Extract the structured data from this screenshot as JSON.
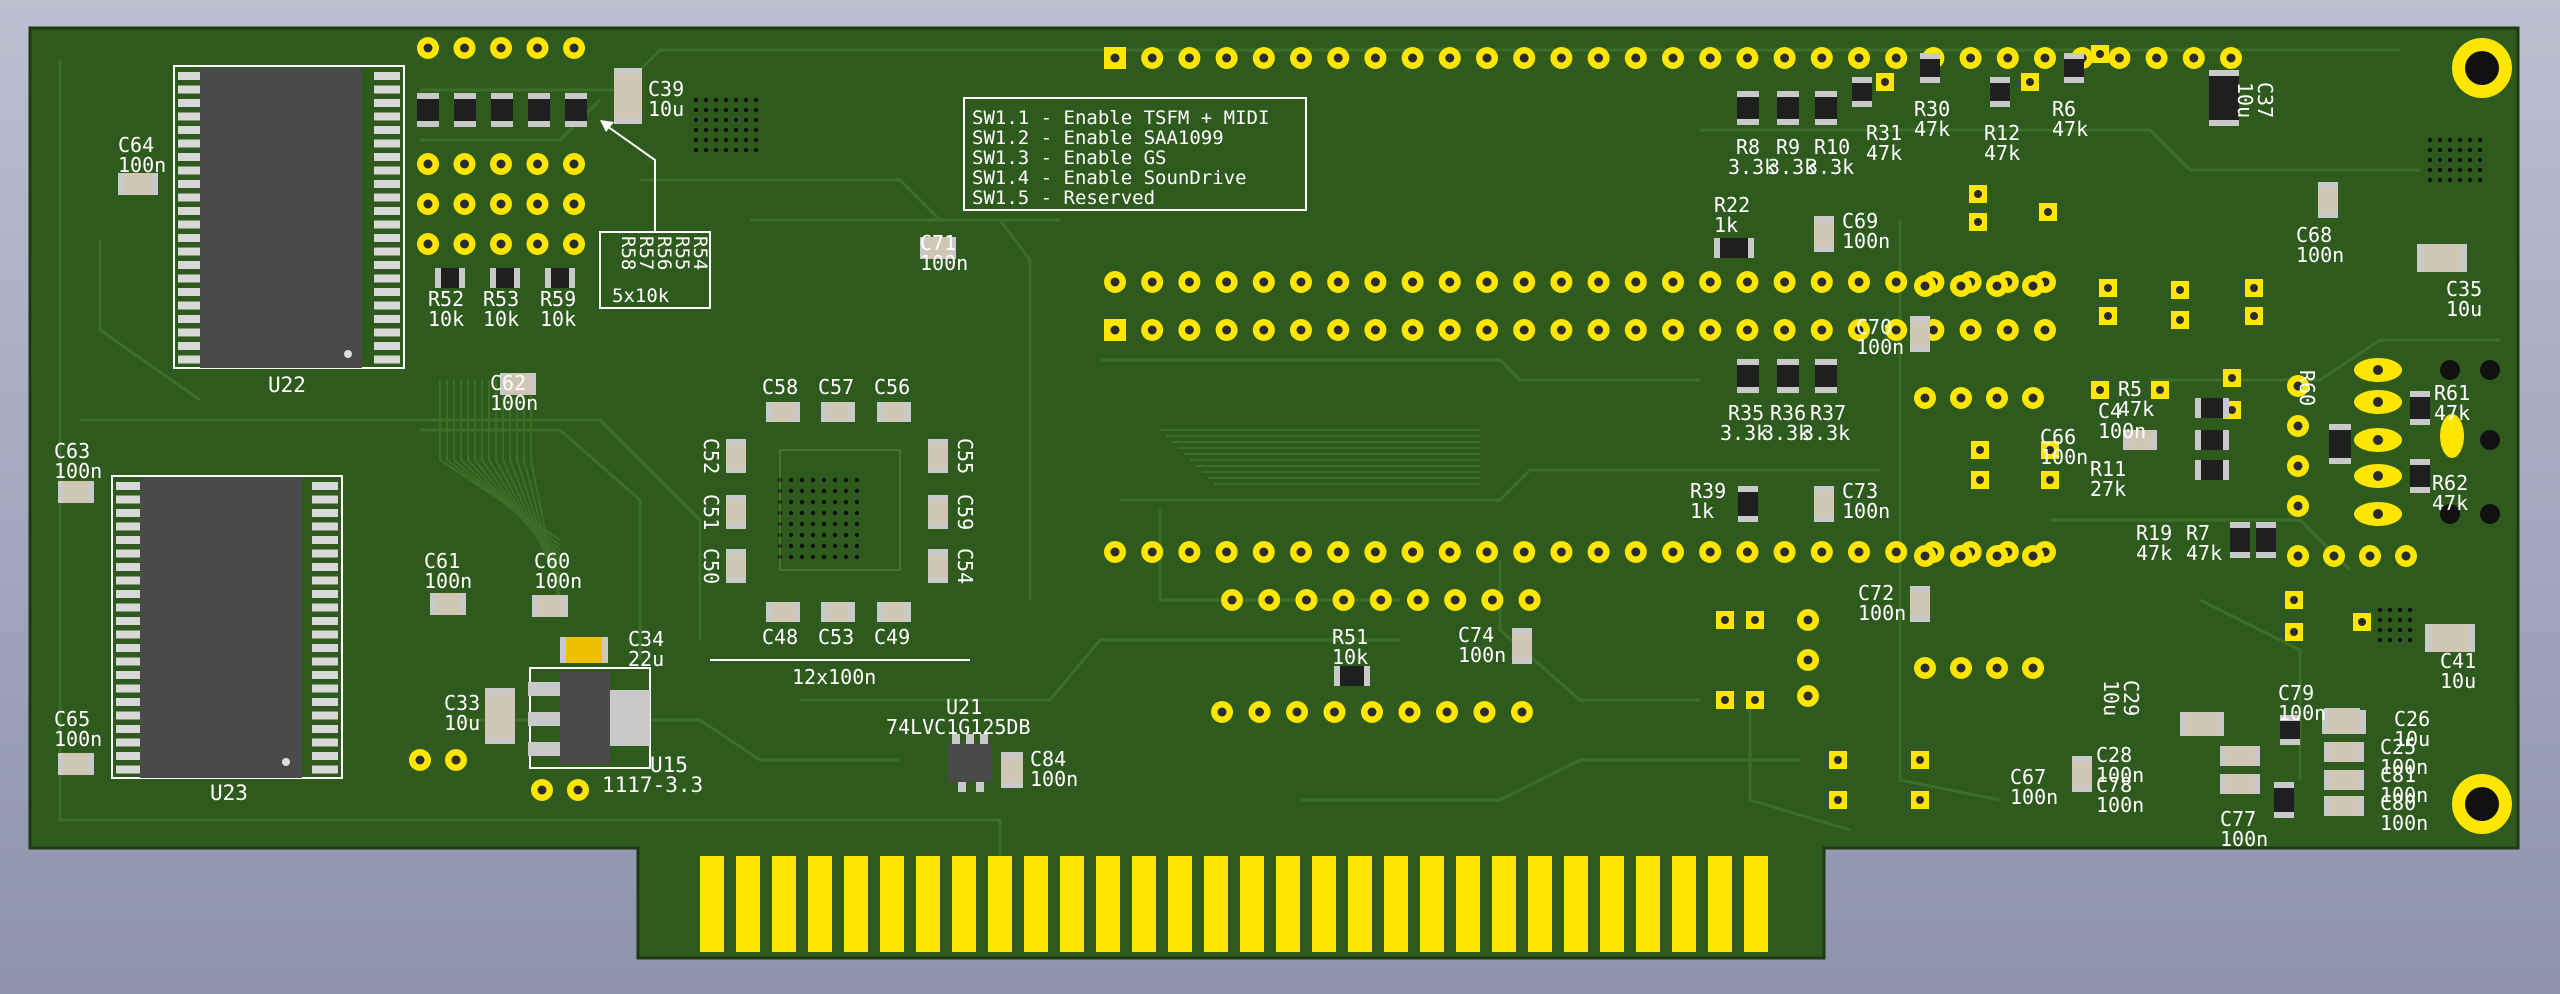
{
  "colors": {
    "background": "#a9abc1",
    "board": "#2f5a1e",
    "board_edge": "#1d3a12",
    "copper_trace": "#3d6e28",
    "silkscreen": "#ffffff",
    "pad_gold": "#ffe600",
    "ic_body": "#4a4a4a",
    "smd_body": "#cfc6b4",
    "smd_end": "#c9c9c9"
  },
  "switch_note": [
    "SW1.1 - Enable TSFM + MIDI",
    "SW1.2 - Enable SAA1099",
    "SW1.3 - Enable GS",
    "SW1.4 - Enable SounDrive",
    "SW1.5 - Reserved"
  ],
  "chips": {
    "u22": "U22",
    "u23": "U23",
    "u15": "U15",
    "u15_value": "1117-3.3",
    "u21": "U21",
    "u21_value": "74LVC1G125DB"
  },
  "group_labels": {
    "cap_array": "12x100n",
    "res_array": "5x10k",
    "res_array_refs": [
      "R54",
      "R55",
      "R56",
      "R57",
      "R58"
    ]
  },
  "components": [
    {
      "ref": "C39",
      "value": "10u"
    },
    {
      "ref": "C64",
      "value": "100n"
    },
    {
      "ref": "R52",
      "value": "10k"
    },
    {
      "ref": "R53",
      "value": "10k"
    },
    {
      "ref": "R59",
      "value": "10k"
    },
    {
      "ref": "C71",
      "value": "100n"
    },
    {
      "ref": "C62",
      "value": "100n"
    },
    {
      "ref": "C63",
      "value": "100n"
    },
    {
      "ref": "C61",
      "value": "100n"
    },
    {
      "ref": "C60",
      "value": "100n"
    },
    {
      "ref": "C34",
      "value": "22u"
    },
    {
      "ref": "C33",
      "value": "10u"
    },
    {
      "ref": "C65",
      "value": "100n"
    },
    {
      "ref": "C84",
      "value": "100n"
    },
    {
      "ref": "R8",
      "value": "3.3k"
    },
    {
      "ref": "R9",
      "value": "3.3k"
    },
    {
      "ref": "R10",
      "value": "3.3k"
    },
    {
      "ref": "R30",
      "value": "47k"
    },
    {
      "ref": "R31",
      "value": "47k"
    },
    {
      "ref": "R12",
      "value": "47k"
    },
    {
      "ref": "R6",
      "value": "47k"
    },
    {
      "ref": "C37",
      "value": "10u"
    },
    {
      "ref": "R22",
      "value": "1k"
    },
    {
      "ref": "C69",
      "value": "100n"
    },
    {
      "ref": "C68",
      "value": "100n"
    },
    {
      "ref": "C35",
      "value": "10u"
    },
    {
      "ref": "C70",
      "value": "100n"
    },
    {
      "ref": "R35",
      "value": "3.3k"
    },
    {
      "ref": "R36",
      "value": "3.3k"
    },
    {
      "ref": "R37",
      "value": "3.3k"
    },
    {
      "ref": "R5",
      "value": "47k"
    },
    {
      "ref": "C4",
      "value": "100n"
    },
    {
      "ref": "C66",
      "value": "100n"
    },
    {
      "ref": "R11",
      "value": "27k"
    },
    {
      "ref": "R60",
      "value": ""
    },
    {
      "ref": "R61",
      "value": "47k"
    },
    {
      "ref": "R62",
      "value": "47k"
    },
    {
      "ref": "R39",
      "value": "1k"
    },
    {
      "ref": "C73",
      "value": "100n"
    },
    {
      "ref": "R19",
      "value": "47k"
    },
    {
      "ref": "R7",
      "value": "47k"
    },
    {
      "ref": "C72",
      "value": "100n"
    },
    {
      "ref": "R51",
      "value": "10k"
    },
    {
      "ref": "C74",
      "value": "100n"
    },
    {
      "ref": "C41",
      "value": "10u"
    },
    {
      "ref": "C79",
      "value": "100n"
    },
    {
      "ref": "C29",
      "value": "10u"
    },
    {
      "ref": "C26",
      "value": "10u"
    },
    {
      "ref": "C28",
      "value": "100n"
    },
    {
      "ref": "C25",
      "value": "100n"
    },
    {
      "ref": "C67",
      "value": "100n"
    },
    {
      "ref": "C78",
      "value": "100n"
    },
    {
      "ref": "C81",
      "value": "100n"
    },
    {
      "ref": "C77",
      "value": "100n"
    },
    {
      "ref": "C80",
      "value": "100n"
    },
    {
      "ref": "C58",
      "value": ""
    },
    {
      "ref": "C57",
      "value": ""
    },
    {
      "ref": "C56",
      "value": ""
    },
    {
      "ref": "C52",
      "value": ""
    },
    {
      "ref": "C51",
      "value": ""
    },
    {
      "ref": "C50",
      "value": ""
    },
    {
      "ref": "C55",
      "value": ""
    },
    {
      "ref": "C59",
      "value": ""
    },
    {
      "ref": "C54",
      "value": ""
    },
    {
      "ref": "C48",
      "value": ""
    },
    {
      "ref": "C53",
      "value": ""
    },
    {
      "ref": "C49",
      "value": ""
    }
  ]
}
